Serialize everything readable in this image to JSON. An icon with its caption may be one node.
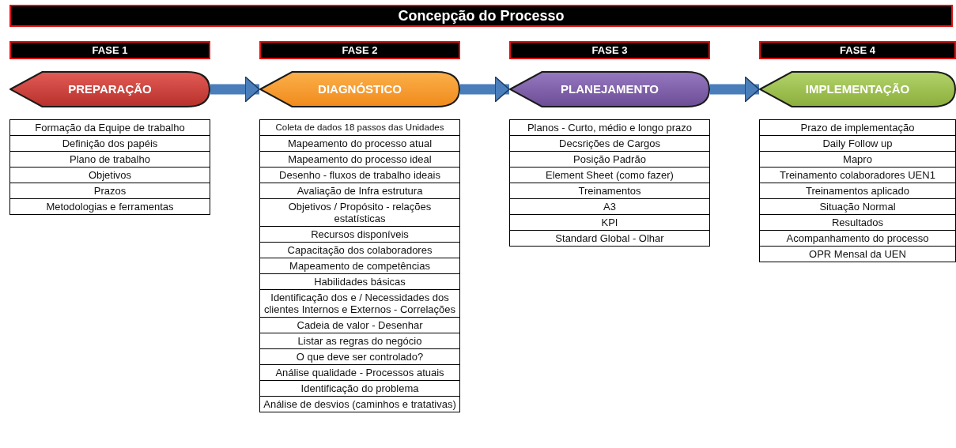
{
  "diagram": {
    "title": "Concepção do Processo",
    "nodes": [
      {
        "text": [
          "FASE 1"
        ]
      },
      {
        "text": [
          "FASE 2"
        ]
      },
      {
        "text": [
          "FASE 3"
        ]
      },
      {
        "text": [
          "FASE 4"
        ]
      },
      {
        "text": [
          "PREPARAÇÃO"
        ]
      },
      {
        "text": [
          "DIAGNÓSTICO"
        ]
      },
      {
        "text": [
          "PLANEJAMENTO"
        ]
      },
      {
        "text": [
          "IMPLEMENTAÇÃO"
        ]
      },
      {
        "text": [
          "Formação da Equipe de trabalho"
        ]
      },
      {
        "text": [
          "Definição dos papéis"
        ]
      },
      {
        "text": [
          "Plano de trabalho"
        ]
      },
      {
        "text": [
          "Objetivos"
        ]
      },
      {
        "text": [
          "Prazos"
        ]
      },
      {
        "text": [
          "Metodologias e ferramentas"
        ]
      },
      {
        "text": [
          "Coleta de dados 18 passos das Unidades"
        ]
      },
      {
        "text": [
          "Mapeamento do processo atual"
        ]
      },
      {
        "text": [
          "Mapeamento do processo ideal"
        ]
      },
      {
        "text": [
          "Desenho - fluxos de trabalho ideais"
        ]
      },
      {
        "text": [
          "Avaliação de Infra estrutura"
        ]
      },
      {
        "text": [
          "Objetivos / Propósito - relações estatísticas"
        ]
      },
      {
        "text": [
          "Recursos disponíveis"
        ]
      },
      {
        "text": [
          "Capacitação dos colaboradores"
        ]
      },
      {
        "text": [
          "Mapeamento de competências"
        ]
      },
      {
        "text": [
          "Habilidades básicas"
        ]
      },
      {
        "text": [
          "Identificação dos e / Necessidades dos clientes Internos e Externos - Correlações"
        ]
      },
      {
        "text": [
          "Cadeia de valor - Desenhar"
        ]
      },
      {
        "text": [
          "Listar as regras do negócio"
        ]
      },
      {
        "text": [
          "O que deve ser controlado?"
        ]
      },
      {
        "text": [
          "Análise qualidade - Processos atuais"
        ]
      },
      {
        "text": [
          "Identificação do problema"
        ]
      },
      {
        "text": [
          "Análise de desvios (caminhos e tratativas)"
        ]
      },
      {
        "text": [
          "Planos - Curto, médio e longo prazo"
        ]
      },
      {
        "text": [
          "Decsrições de Cargos"
        ]
      },
      {
        "text": [
          "Posição Padrão"
        ]
      },
      {
        "text": [
          "Element Sheet (como fazer)"
        ]
      },
      {
        "text": [
          "Treinamentos"
        ]
      },
      {
        "text": [
          "A3"
        ]
      },
      {
        "text": [
          "KPI"
        ]
      },
      {
        "text": [
          "Standard Global - Olhar"
        ]
      },
      {
        "text": [
          "Prazo de implementação"
        ]
      },
      {
        "text": [
          "Daily Follow up"
        ]
      },
      {
        "text": [
          "Mapro"
        ]
      },
      {
        "text": [
          "Treinamento colaboradores UEN1"
        ]
      },
      {
        "text": [
          "Treinamentos aplicado"
        ]
      },
      {
        "text": [
          "Situação Normal"
        ]
      },
      {
        "text": [
          "Resultados"
        ]
      },
      {
        "text": [
          "Acompanhamento do processo"
        ]
      },
      {
        "text": [
          "OPR Mensal da UEN"
        ]
      }
    ],
    "edges": [
      {
        "from": 4,
        "to": 5,
        "arrow": "to"
      },
      {
        "from": 5,
        "to": 6,
        "arrow": "to"
      },
      {
        "from": 6,
        "to": 7,
        "arrow": "to"
      }
    ]
  }
}
